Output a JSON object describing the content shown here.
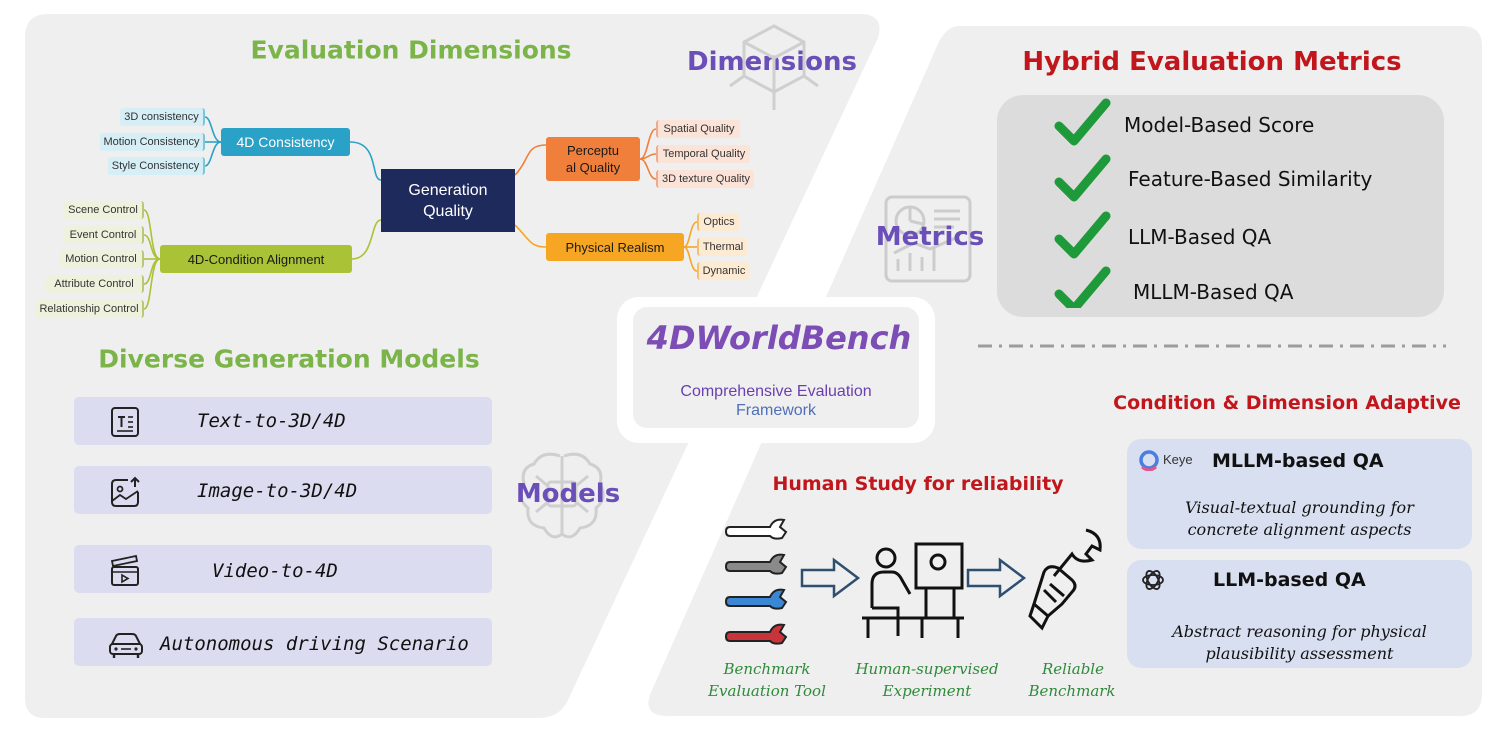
{
  "center": {
    "title": "4DWorldBench",
    "subtitle_line1": "Comprehensive Evaluation",
    "subtitle_line2": "Framework"
  },
  "left_panel": {
    "eval_title": "Evaluation Dimensions",
    "dimensions_label": "Dimensions",
    "models_title": "Diverse Generation Models",
    "models_label": "Models",
    "mindmap": {
      "root": {
        "line1": "Generation",
        "line2": "Quality"
      },
      "consistency": {
        "label": "4D Consistency",
        "leaves": [
          "3D consistency",
          "Motion Consistency",
          "Style Consistency"
        ]
      },
      "alignment": {
        "label": "4D-Condition Alignment",
        "leaves": [
          "Scene Control",
          "Event  Control",
          "Motion Control",
          "Attribute  Control",
          "Relationship Control"
        ]
      },
      "perceptual": {
        "line1": "Perceptu",
        "line2": "al Quality",
        "leaves": [
          "Spatial Quality",
          "Temporal Quality",
          "3D texture Quality"
        ]
      },
      "physical": {
        "label": "Physical Realism",
        "leaves": [
          "Optics",
          "Thermal",
          "Dynamic"
        ]
      }
    },
    "models": [
      {
        "label": "Text-to-3D/4D",
        "icon": "text-document-icon"
      },
      {
        "label": "Image-to-3D/4D",
        "icon": "image-upload-icon"
      },
      {
        "label": "Video-to-4D",
        "icon": "video-clapper-icon"
      },
      {
        "label": "Autonomous driving Scenario",
        "icon": "car-icon"
      }
    ]
  },
  "right_panel": {
    "metrics_title": "Hybrid Evaluation Metrics",
    "metrics_label": "Metrics",
    "metrics": [
      "Model-Based Score",
      "Feature-Based Similarity",
      "LLM-Based QA",
      "MLLM-Based QA"
    ],
    "adaptive_title": "Condition & Dimension Adaptive",
    "mllm": {
      "brand": "Keye",
      "title": "MLLM-based QA",
      "desc_line1": "Visual-textual grounding for",
      "desc_line2": "concrete alignment aspects"
    },
    "llm": {
      "title": "LLM-based QA",
      "desc_line1": "Abstract reasoning for physical",
      "desc_line2": "plausibility assessment"
    },
    "human_title": "Human Study for reliability",
    "human_steps": [
      {
        "line1": "Benchmark",
        "line2": "Evaluation Tool"
      },
      {
        "line1": "Human-supervised",
        "line2": "Experiment"
      },
      {
        "line1": "Reliable",
        "line2": "Benchmark"
      }
    ]
  },
  "colors": {
    "green_title": "#7bb448",
    "red_title": "#c0161c",
    "purple": "#7b4db5",
    "blue": "#3f7fc4",
    "navy_node": "#1f2a5c",
    "cyan_node": "#2aa2c8",
    "olive_node": "#a9c236",
    "orange_node": "#f07f3c",
    "amber_node": "#f6a623"
  }
}
